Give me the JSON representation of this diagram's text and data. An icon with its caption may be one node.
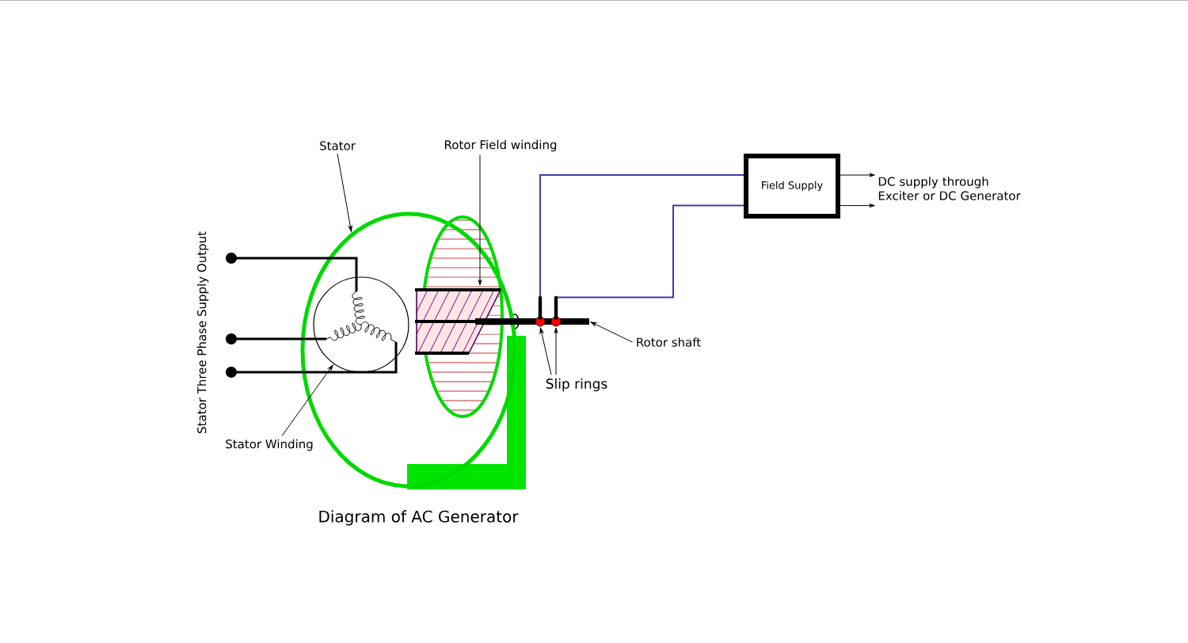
{
  "diagram": {
    "caption": "Diagram of AC Generator",
    "nodes": [
      {
        "text": [
          "Stator"
        ]
      },
      {
        "text": [
          "Rotor Field winding"
        ]
      },
      {
        "text": [
          "Stator Winding"
        ]
      },
      {
        "text": [
          "Slip rings"
        ]
      },
      {
        "text": [
          "Rotor shaft"
        ]
      },
      {
        "text": [
          "Field Supply"
        ]
      },
      {
        "text": [
          "DC supply through Exciter or DC Generator"
        ]
      },
      {
        "text": [],
        "shape": "ellipse"
      },
      {
        "text": [],
        "shape": "parallelogram",
        "in": 7
      },
      {
        "text": [],
        "shape": "circle",
        "in": 7
      },
      {
        "text": [],
        "shape": "circle",
        "in": 12
      },
      {
        "text": [],
        "shape": "circle",
        "in": 12
      },
      {
        "text": [],
        "shape": "bar"
      }
    ],
    "edges": [
      {
        "from": 0,
        "to": 7,
        "arrow": "to"
      },
      {
        "from": 1,
        "to": 8,
        "arrow": "to"
      },
      {
        "from": 2,
        "to": 9,
        "arrow": "to"
      },
      {
        "from": 3,
        "to": 10,
        "arrow": "to"
      },
      {
        "from": 3,
        "to": 11,
        "arrow": "to"
      },
      {
        "from": 4,
        "to": 12,
        "arrow": "to"
      },
      {
        "from": 5,
        "to": 10,
        "arrow": "none",
        "color": "#3b3bb0"
      },
      {
        "from": 5,
        "to": 11,
        "arrow": "none",
        "color": "#3b3bb0"
      },
      {
        "from": 5,
        "to": 6,
        "arrow": "to"
      },
      {
        "from": 5,
        "to": 6,
        "arrow": "to"
      }
    ],
    "labels": [
      "Stator Three Phase Supply Output"
    ]
  }
}
